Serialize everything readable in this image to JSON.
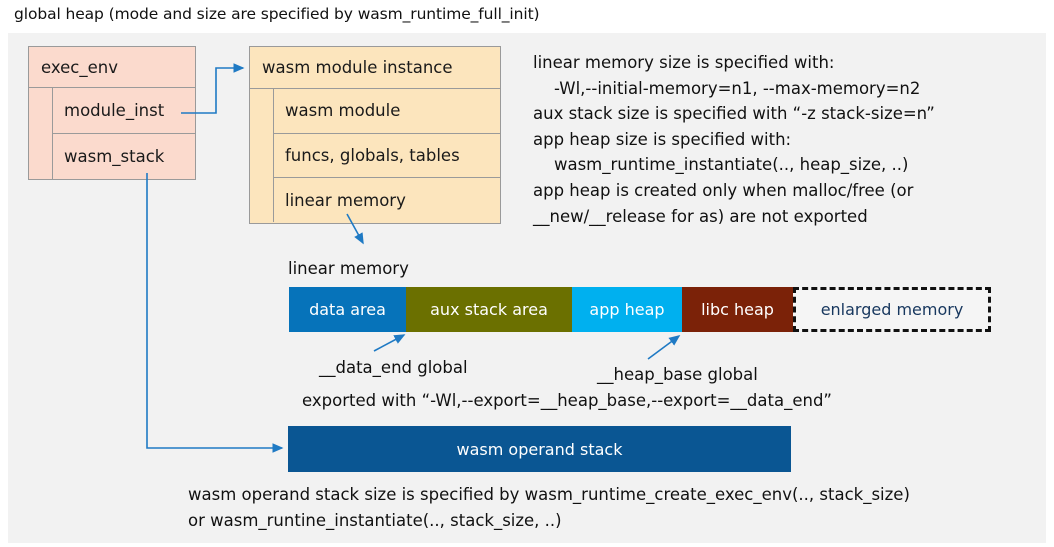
{
  "title": "global heap (mode and size are specified by wasm_runtime_full_init)",
  "colors": {
    "background": "#ffffff",
    "panel": "#f2f2f2",
    "exec_env_fill": "#fbdacd",
    "module_instance_fill": "#fce5bd",
    "box_border": "#9a9a9a",
    "connector": "#1f7ac4",
    "data_area": "#0673ba",
    "aux_stack_area": "#6b7000",
    "app_heap": "#00b0ef",
    "libc_heap": "#7b2208",
    "enlarged_memory_text": "#17375e",
    "operand_stack": "#0a5693",
    "text": "#111111"
  },
  "exec_env": {
    "title": "exec_env",
    "fields": [
      "module_inst",
      "wasm_stack"
    ]
  },
  "module_instance": {
    "title": "wasm module instance",
    "fields": [
      "wasm module",
      "funcs, globals, tables",
      "linear memory"
    ]
  },
  "notes": {
    "linear_memory_note": "linear memory size is specified with:\n    -Wl,--initial-memory=n1, --max-memory=n2\naux stack size is specified with “-z stack-size=n”\napp heap size is specified with:\n    wasm_runtime_instantiate(.., heap_size, ..)\napp heap is created only when malloc/free (or\n__new/__release for as) are not exported",
    "export_note": "exported with “-Wl,--export=__heap_base,--export=__data_end”",
    "operand_stack_note": "wasm operand stack size is specified by wasm_runtime_create_exec_env(.., stack_size)\nor wasm_runtine_instantiate(.., stack_size, ..)"
  },
  "linear_memory": {
    "caption": "linear memory",
    "segments": [
      {
        "label": "data area",
        "color": "#0673ba",
        "width": 117,
        "dashed": false
      },
      {
        "label": "aux stack area",
        "color": "#6b7000",
        "width": 166,
        "dashed": false
      },
      {
        "label": "app heap",
        "color": "#00b0ef",
        "width": 110,
        "dashed": false
      },
      {
        "label": "libc heap",
        "color": "#7b2208",
        "width": 111,
        "dashed": false
      },
      {
        "label": "enlarged memory",
        "color": "#f5f5f5",
        "width": 198,
        "dashed": true
      }
    ],
    "annotations": {
      "data_end": "__data_end global",
      "heap_base": "__heap_base global"
    }
  },
  "operand_stack": {
    "label": "wasm operand stack"
  }
}
